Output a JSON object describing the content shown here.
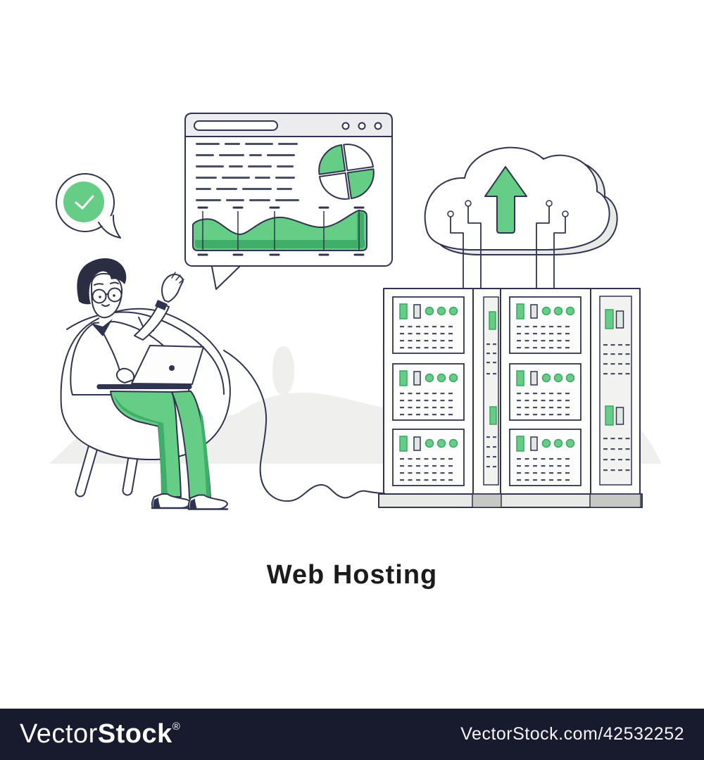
{
  "title": {
    "text": "Web Hosting"
  },
  "watermark": {
    "brand_light": "Vector",
    "brand_bold": "Stock",
    "registered": "®",
    "url": "VectorStock.com/42532252"
  },
  "palette": {
    "ink": "#303450",
    "green": "#66cd86",
    "green_dark": "#3fae69",
    "hill_gray": "#eff0ed",
    "header_gray": "#ececee",
    "shadow_gray": "#e8eae6",
    "base_dark_gray": "#c6c9c3",
    "inner_gray": "#f2f3f1",
    "bar_gray": "#e2e5e1",
    "dash_gray": "#4a4f66",
    "footer_navy": "#181a2e",
    "hair_navy": "#2b2e43",
    "title_black": "#1b1b1b"
  },
  "illustration": {
    "check_bubble": {
      "icon": "checkmark-icon"
    },
    "browser": {
      "control_dots": 3,
      "text_row_patterns": [
        [
          34,
          22,
          40,
          28
        ],
        [
          26,
          36,
          18,
          40
        ],
        [
          40,
          20,
          34,
          24
        ],
        [
          30,
          40,
          22,
          28
        ],
        [
          22,
          30,
          42,
          22
        ],
        [
          36,
          26,
          30,
          34
        ]
      ],
      "pie": {
        "quadrant_fills": [
          "green",
          "white",
          "green",
          "white"
        ]
      },
      "area": {
        "ruler_line_count": 5,
        "wave_relative_heights": [
          0.75,
          0.4,
          0.72,
          0.52,
          0.95
        ]
      }
    },
    "cloud": {
      "icon": "upload-arrow-icon",
      "connector_count": 4
    },
    "servers": {
      "wide_tower_count": 2,
      "panels_per_tower": 3,
      "leds_per_panel": 3,
      "panel_dash_rows": 4,
      "panel_dashes_per_row": 7,
      "narrow_dash_rows": 4,
      "narrow1_dashes_per_row": 2,
      "narrow2_dashes_per_row": 4
    }
  }
}
